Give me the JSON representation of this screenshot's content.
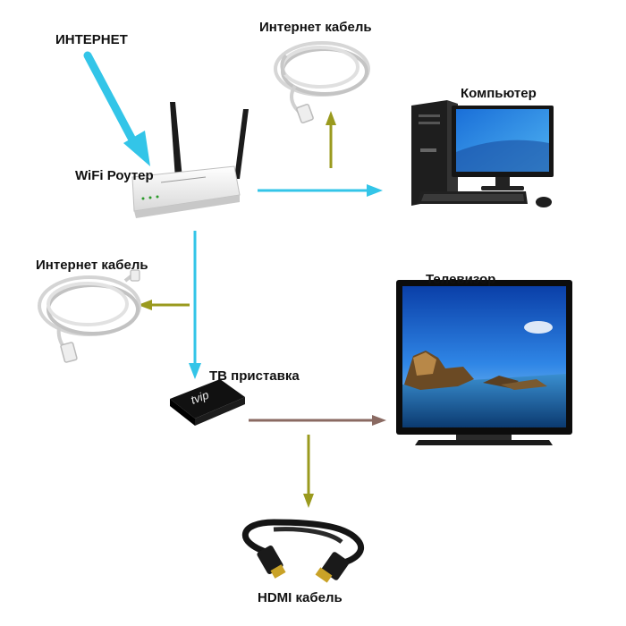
{
  "labels": {
    "internet": "ИНТЕРНЕТ",
    "router": "WiFi Роутер",
    "cable_top": "Интернет кабель",
    "computer": "Компьютер",
    "cable_left": "Интернет кабель",
    "tv": "Телевизор",
    "tvbox": "ТВ приставка",
    "hdmi": "HDMI кабель"
  },
  "device_text": {
    "tvbox_logo": "tvip"
  },
  "colors": {
    "cyan_arrow": "#33c5e8",
    "olive_arrow": "#9a9a1e",
    "brown_arrow": "#8a6a62",
    "black": "#111111"
  }
}
